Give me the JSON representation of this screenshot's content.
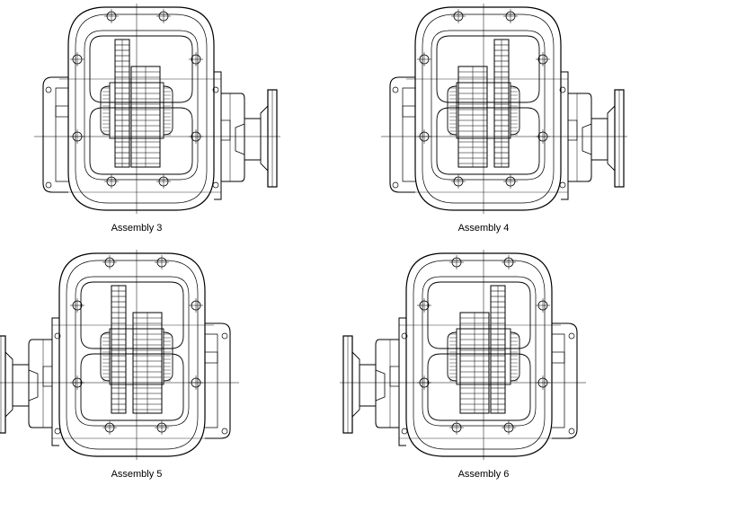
{
  "assemblies": [
    {
      "caption": "Assembly 3",
      "flange_side": "right",
      "large_gear_side": "right"
    },
    {
      "caption": "Assembly 4",
      "flange_side": "right",
      "large_gear_side": "left"
    },
    {
      "caption": "Assembly 5",
      "flange_side": "left",
      "large_gear_side": "right"
    },
    {
      "caption": "Assembly 6",
      "flange_side": "left",
      "large_gear_side": "left"
    }
  ],
  "colors": {
    "line": "#000000",
    "background": "#ffffff"
  }
}
